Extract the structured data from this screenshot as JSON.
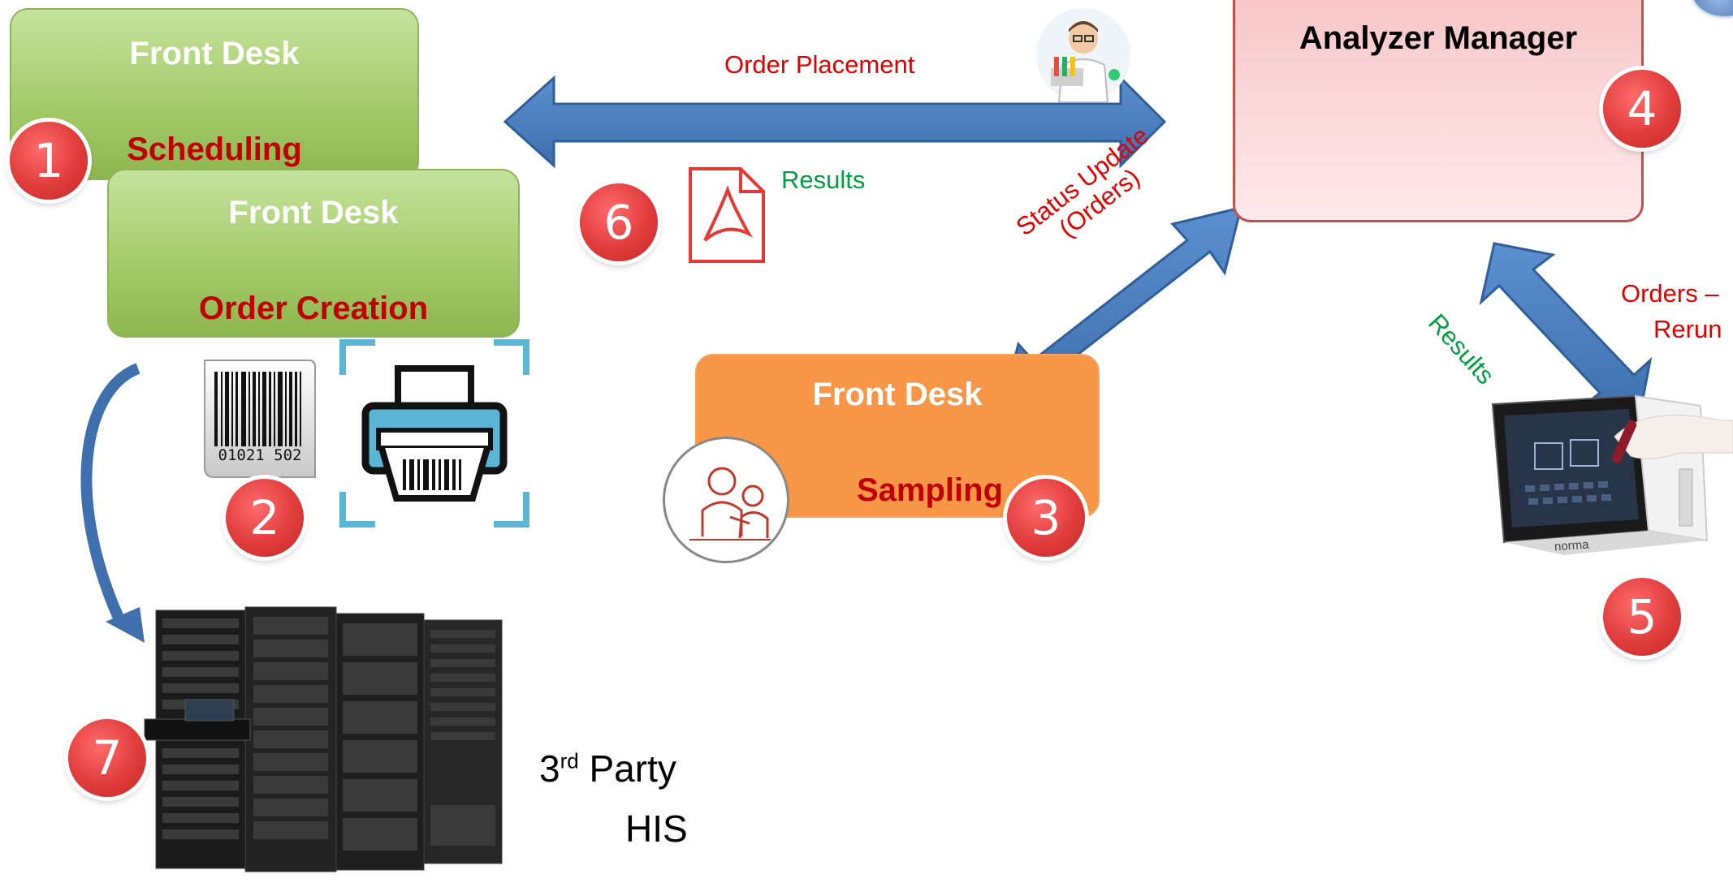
{
  "boxes": {
    "scheduling": {
      "title": "Front Desk",
      "subtitle": "Scheduling"
    },
    "order_creation": {
      "title": "Front Desk",
      "subtitle": "Order Creation"
    },
    "sampling": {
      "title": "Front Desk",
      "subtitle": "Sampling"
    },
    "analyzer": {
      "title": "Analyzer Manager"
    }
  },
  "labels": {
    "order_placement": "Order Placement",
    "results_pdf": "Results",
    "status_update_line1": "Status Update",
    "status_update_line2": "(Orders)",
    "orders_rerun_line1": "Orders –",
    "orders_rerun_line2": "Rerun",
    "results_analyzer": "Results",
    "his_line1_num": "3",
    "his_line1_sup": "rd",
    "his_line1_rest": " Party",
    "his_line2": "HIS",
    "barcode_digits": "01021 502",
    "analyzer_brand": "norma"
  },
  "badges": {
    "b1": "1",
    "b2": "2",
    "b3": "3",
    "b4": "4",
    "b5": "5",
    "b6": "6",
    "b7": "7"
  },
  "icons": {
    "lab_scientist": "lab-scientist-icon",
    "pdf": "pdf-icon",
    "barcode": "barcode-label-icon",
    "printer": "barcode-printer-icon",
    "sampling": "blood-sampling-icon",
    "analyzer_device": "analyzer-device-image",
    "server_rack": "server-rack-image"
  },
  "colors": {
    "arrow_blue": "#4f81bd",
    "badge_red": "#e03c3c",
    "label_red": "#e00000",
    "label_green": "#00a040",
    "title_red": "#c00000"
  }
}
